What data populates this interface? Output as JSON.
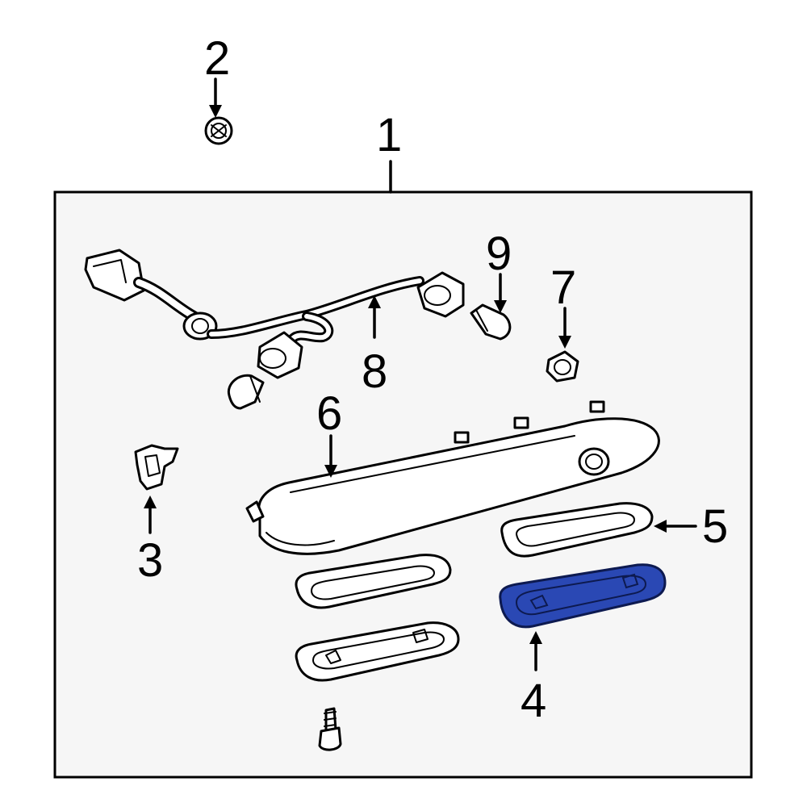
{
  "diagram": {
    "callouts": {
      "c1": "1",
      "c2": "2",
      "c3": "3",
      "c4": "4",
      "c5": "5",
      "c6": "6",
      "c7": "7",
      "c8": "8",
      "c9": "9"
    },
    "colors": {
      "background": "#ffffff",
      "panel": "#f6f6f6",
      "line": "#000000",
      "highlight": "#2a48b4",
      "highlight_edge": "#1a2f85"
    },
    "highlighted_part": "4"
  }
}
